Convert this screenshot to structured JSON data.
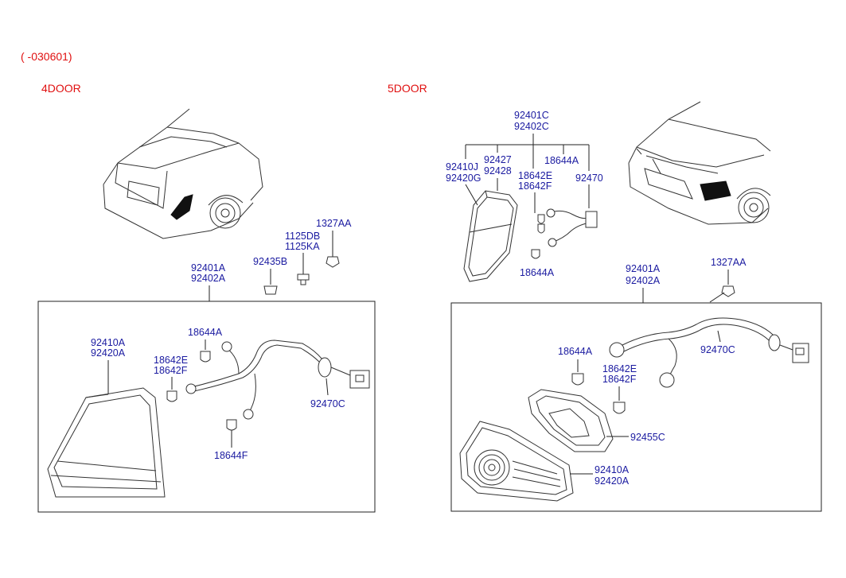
{
  "header": {
    "date_code": "( -030601)",
    "left_title": "4DOOR",
    "right_title": "5DOOR"
  },
  "colors": {
    "header_red": "#e01010",
    "label_blue": "#1a1aa0",
    "line": "#222222"
  },
  "left": {
    "assembly_a": "92401A",
    "assembly_b": "92402A",
    "grommet": "92435B",
    "bolt_a": "1125DB",
    "bolt_b": "1125KA",
    "nut": "1327AA",
    "lens_a": "92410A",
    "lens_b": "92420A",
    "bulb_top": "18644A",
    "bulb_mid_a": "18642E",
    "bulb_mid_b": "18642F",
    "bulb_bottom": "18644F",
    "harness": "92470C"
  },
  "right": {
    "top_a": "92401C",
    "top_b": "92402C",
    "lamp_a": "92410J",
    "lamp_b": "92420G",
    "holder_a": "92427",
    "holder_b": "92428",
    "bulb_top": "18644A",
    "bulb_mid_a": "18642E",
    "bulb_mid_b": "18642F",
    "harness_top": "92470",
    "bulb_small": "18644A",
    "assembly_a": "92401A",
    "assembly_b": "92402A",
    "nut": "1327AA",
    "box_bulb_a": "18644A",
    "box_bulb_b_a": "18642E",
    "box_bulb_b_b": "18642F",
    "box_harness": "92470C",
    "gasket": "92455C",
    "box_lens_a": "92410A",
    "box_lens_b": "92420A"
  }
}
